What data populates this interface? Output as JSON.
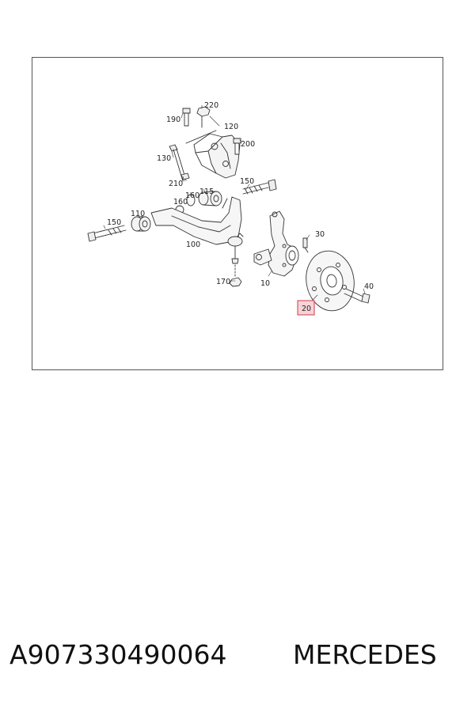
{
  "diagram": {
    "callouts": {
      "c220": "220",
      "c190": "190",
      "c120": "120",
      "c200": "200",
      "c130": "130",
      "c210": "210",
      "c150a": "150",
      "c160": "160",
      "c115": "115",
      "c160b": "160",
      "c110": "110",
      "c150b": "150",
      "c100": "100",
      "c170": "170",
      "c10": "10",
      "c30": "30",
      "c40": "40",
      "c20": "20"
    },
    "highlighted_callout": "20",
    "highlight_color": "#d23a4a"
  },
  "footer": {
    "part_number": "A907330490064",
    "brand": "MERCEDES"
  }
}
